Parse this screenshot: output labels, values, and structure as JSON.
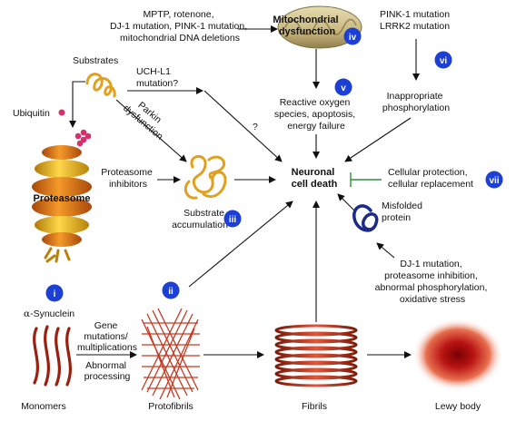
{
  "colors": {
    "badge": "#1c3fd6",
    "arrow": "#111111",
    "green_inhibit": "#2f8f3a",
    "substrate": "#e0a020",
    "proteasome_yellow": "#f2c21a",
    "proteasome_orange": "#e07a10",
    "ubiquitin": "#d8306a",
    "synuclein": "#9a2010",
    "fibril": "#c43a22",
    "misfolded": "#1c2a8a",
    "lewy_core": "#a01010",
    "mito": "#c9b77e"
  },
  "labels": {
    "causes_mito": [
      "MPTP, rotenone,",
      "DJ-1 mutation, PINK-1 mutation,",
      "mitochondrial DNA deletions"
    ],
    "mito": [
      "Mitochondrial",
      "dysfunction"
    ],
    "pink": [
      "PINK-1 mutation",
      "LRRK2 mutation"
    ],
    "substrates": "Substrates",
    "ubiquitin": "Ubiquitin",
    "uchl1": [
      "UCH-L1",
      "mutation?"
    ],
    "parkin": [
      "Parkin",
      "dysfunction"
    ],
    "question": "?",
    "ros": [
      "Reactive oxygen",
      "species, apoptosis,",
      "energy failure"
    ],
    "phospho": [
      "Inappropriate",
      "phosphorylation"
    ],
    "proteasome": "Proteasome",
    "inhibitors": [
      "Proteasome",
      "inhibitors"
    ],
    "accum": [
      "Substrate",
      "accumulation"
    ],
    "death": [
      "Neuronal",
      "cell death"
    ],
    "protection": [
      "Cellular protection,",
      "cellular replacement"
    ],
    "misfolded": [
      "Misfolded",
      "protein"
    ],
    "dj1": [
      "DJ-1 mutation,",
      "proteasome inhibition,",
      "abnormal phosphorylation,",
      "oxidative stress"
    ],
    "synuclein_alpha": "α",
    "synuclein_rest": "-Synuclein",
    "gene": [
      "Gene",
      "mutations/",
      "multiplications"
    ],
    "abnormal": [
      "Abnormal",
      "processing"
    ],
    "monomers": "Monomers",
    "protofibrils": "Protofibrils",
    "fibrils": "Fibrils",
    "lewy": "Lewy body"
  },
  "badges": {
    "i": "i",
    "ii": "ii",
    "iii": "iii",
    "iv": "iv",
    "v": "v",
    "vi": "vi",
    "vii": "vii"
  }
}
